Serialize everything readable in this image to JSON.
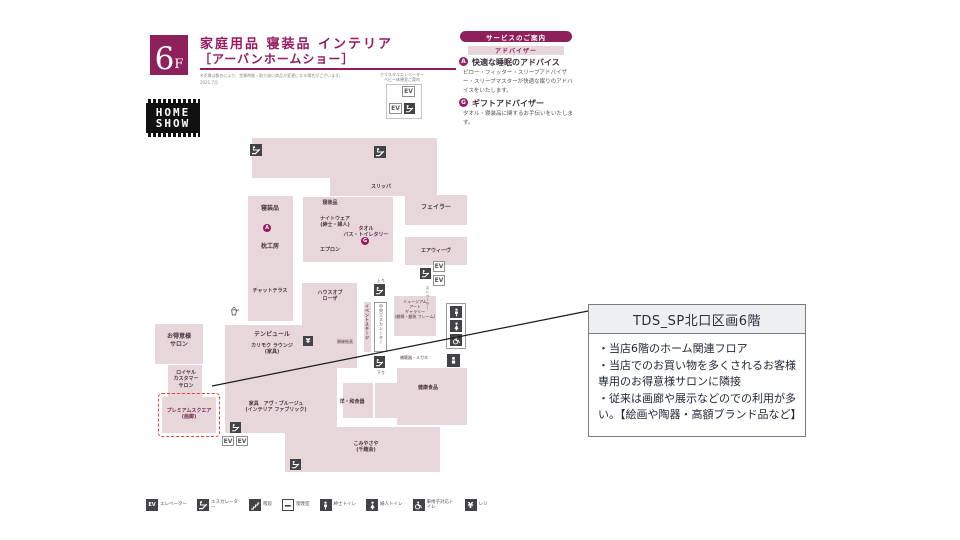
{
  "header": {
    "floor_big": "6",
    "floor_small": "F",
    "title": "家庭用品 寝装品 インテリア",
    "subtitle": "［アーバンホームショー］",
    "note": "※売場は都合により、営業時間・取り扱い商品が変更になる場合がございます。",
    "date": "2021.7月",
    "logo_line1": "HOME",
    "logo_line2": "SHOW"
  },
  "services": {
    "header": "サービスのご案内",
    "subheader": "アドバイザー",
    "sections": [
      {
        "badge": "A",
        "title": "快適な睡眠のアドバイス",
        "body": "ピロー・フィッター・スリープアドバイザー・スリープマスターが快適な眠りのアドバイスをいたします。"
      },
      {
        "badge": "G",
        "title": "ギフトアドバイザー",
        "body": "タオル・寝装品に関するお手伝いをいたします。"
      }
    ]
  },
  "map": {
    "ev_label": "EV",
    "yen_label": "¥",
    "escalator_up": "上り",
    "escalator_down": "下り",
    "elevator_note": "クリスタルエレベーター\nベビー休憩室ご案内",
    "elevator_side_label": "エレベーター",
    "badges": {
      "sleep": "A",
      "gift": "G"
    },
    "zones": {
      "slippers": "スリッパ",
      "bedding_left": "寝装品",
      "pillow_studio": "枕工房",
      "chat_terrace": "チャットテラス",
      "bedding_mid": "寝装品",
      "nightwear": "ナイトウェア\n(紳士・婦人)",
      "towel": "タオル\nバス・トイレタリー",
      "apron": "エプロン",
      "feiler": "フェイラー",
      "airweave": "エアウィーヴ",
      "house_of_rose": "ハウスオブ\nローザ",
      "art_sale": "開催絵画",
      "event_stage": "イベントステージ",
      "central_escalator": "中央エスカレーター",
      "museum": "ミュージアム\nアート\nギャラリー\n(額縁・額装 フレーム)",
      "glasses": "補聴器・メガネ",
      "health_food": "健康食品",
      "tableware": "洋・和食器",
      "komiya": "こみやさや\n(千趣会)",
      "vip_salon": "お得意様\nサロン",
      "royal_salon": "ロイヤル\nカスタマー\nサロン",
      "premium_square": "プレミアムスクエア\n(画廊)",
      "tempur": "テンピュール",
      "karimoku": "カリモク ラウンジ\n(家具)",
      "av_brouge": "家具　アヴ・ブルージュ\n(インテリア ファブリック)"
    }
  },
  "legend": {
    "items": [
      {
        "icon": "elevator",
        "label": "エレベーター"
      },
      {
        "icon": "escalator",
        "label": "エスカレーター"
      },
      {
        "icon": "stairs",
        "label": "階段"
      },
      {
        "icon": "smoking",
        "label": "喫煙室"
      },
      {
        "icon": "male-toilet",
        "label": "紳士トイレ"
      },
      {
        "icon": "female-toilet",
        "label": "婦人トイレ"
      },
      {
        "icon": "wheelchair-toilet",
        "label": "車椅子対応トイレ"
      },
      {
        "icon": "register",
        "label": "レジ"
      }
    ]
  },
  "annotation": {
    "title": "TDS_SP北口区画6階",
    "body": "・当店6階のホーム関連フロア\n・当店でのお買い物を多くされるお客様専用のお得意様サロンに隣接\n・従来は画廊や展示などのでの利用が多い。【絵画や陶器・高額ブランド品など】"
  },
  "colors": {
    "accent_magenta": "#8e215c",
    "zone_pink": "#e7d6da",
    "icon_dark": "#434347",
    "highlight_red": "#e8432e"
  }
}
